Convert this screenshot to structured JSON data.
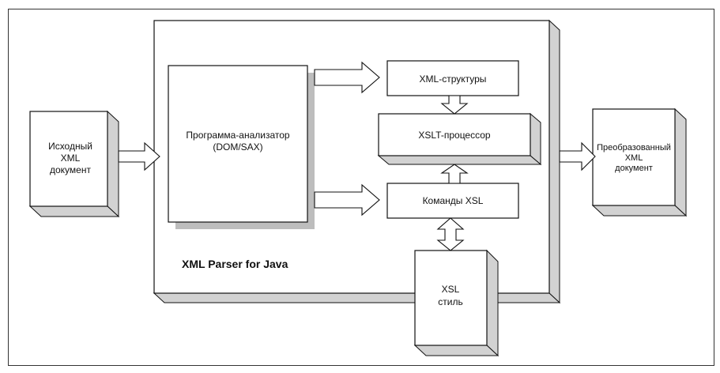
{
  "diagram": {
    "source_doc": {
      "lines": [
        "Исходный",
        "XML",
        "документ"
      ]
    },
    "analyzer": {
      "lines": [
        "Программа-анализатор",
        "(DOM/SAX)"
      ]
    },
    "xml_structures": {
      "label": "XML-структуры"
    },
    "xslt_processor": {
      "label": "XSLT-процессор"
    },
    "xsl_commands": {
      "label": "Команды XSL"
    },
    "xsl_style": {
      "lines": [
        "XSL",
        "стиль"
      ]
    },
    "result_doc": {
      "lines": [
        "Преобразованный",
        "XML",
        "документ"
      ]
    },
    "parser_label": "XML Parser for Java"
  },
  "colors": {
    "stroke": "#111111",
    "box_fill": "#ffffff",
    "side_fill": "#d2d2d2",
    "shadow": "#bdbdbd"
  }
}
